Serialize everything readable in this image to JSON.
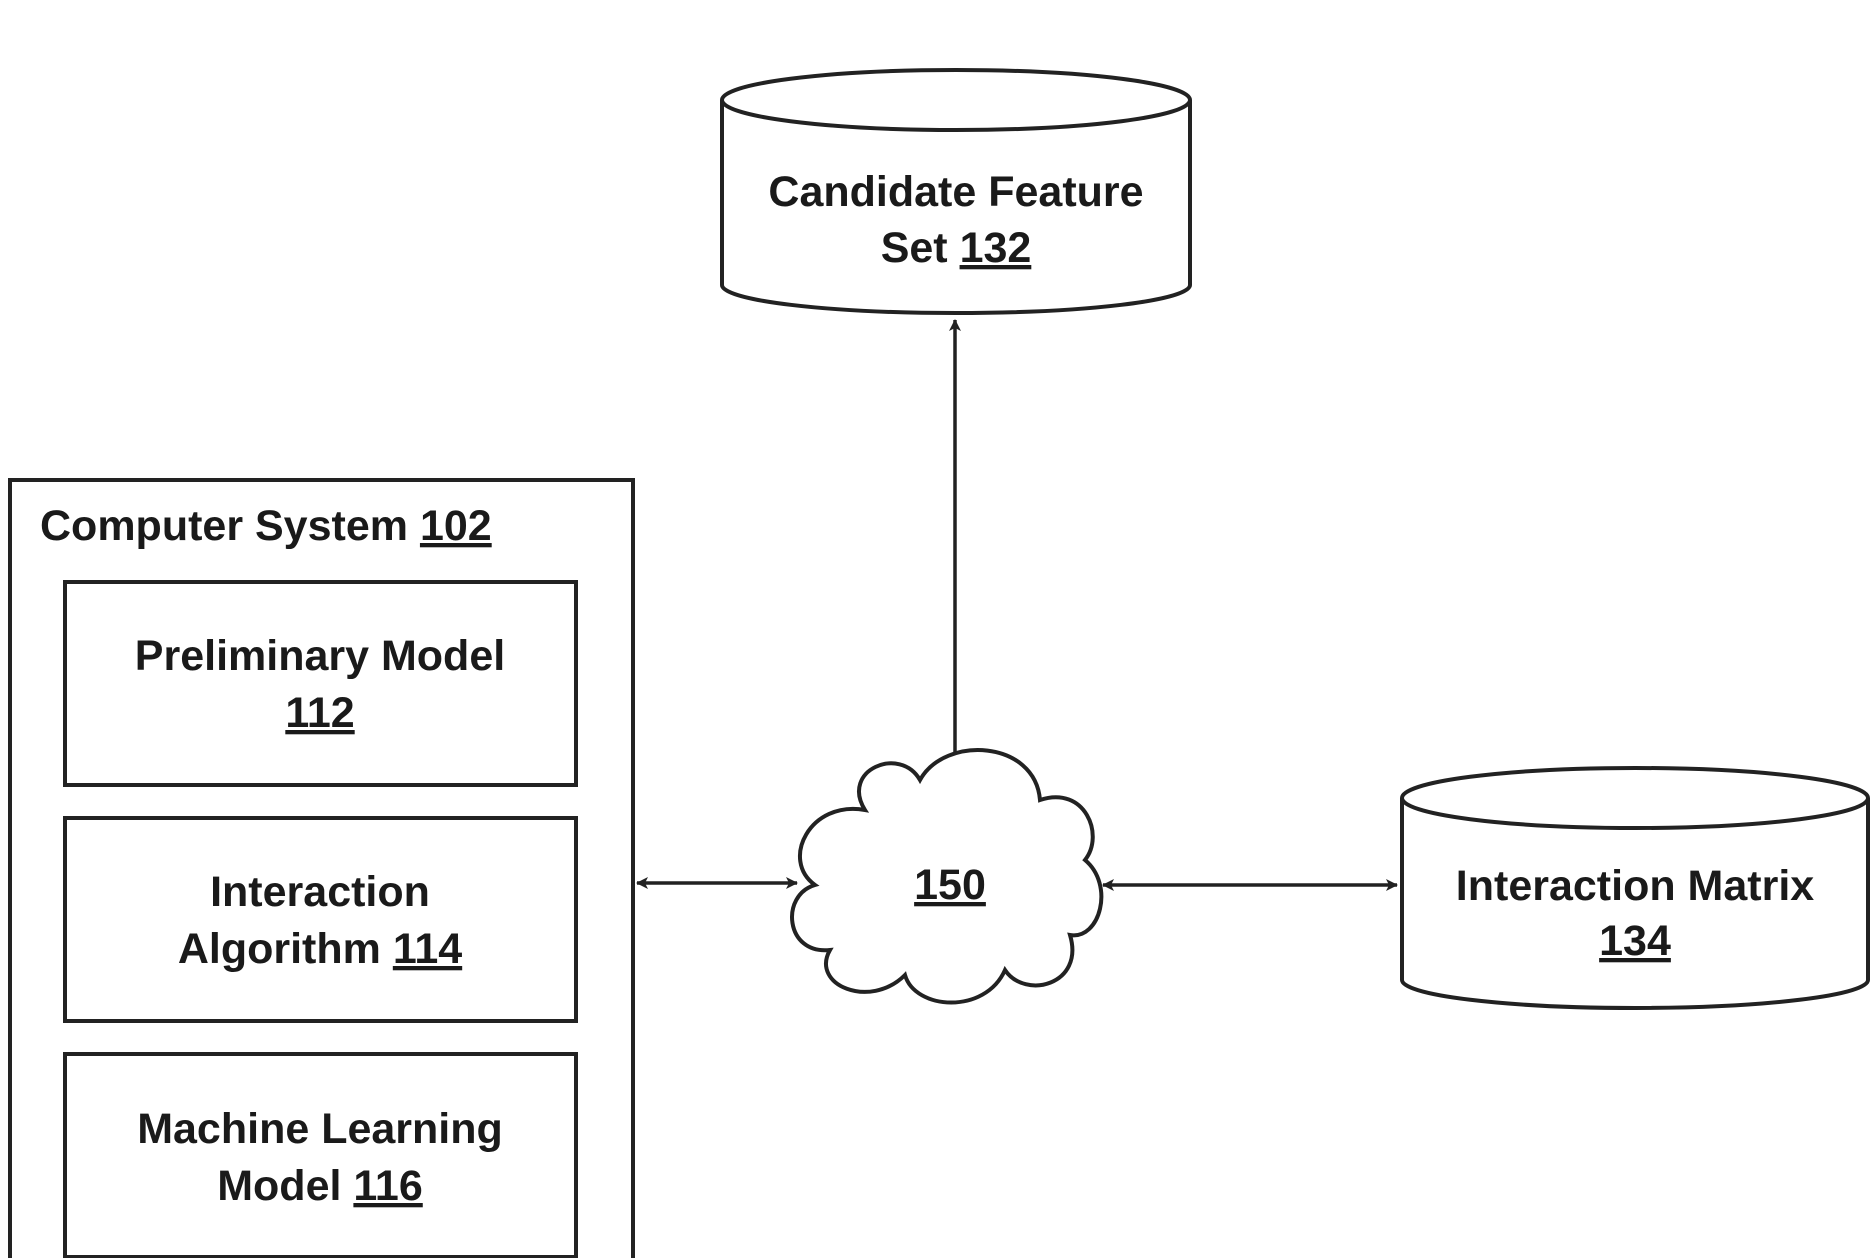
{
  "computer_system": {
    "label": "Computer System",
    "ref": "102",
    "components": [
      {
        "name": "preliminary-model",
        "line1": "Preliminary Model",
        "line2": "",
        "ref": "112"
      },
      {
        "name": "interaction-algorithm",
        "line1": "Interaction",
        "line2": "Algorithm",
        "ref": "114"
      },
      {
        "name": "machine-learning-model",
        "line1": "Machine Learning",
        "line2": "Model",
        "ref": "116"
      }
    ]
  },
  "network": {
    "ref": "150"
  },
  "candidate_feature_set": {
    "line1": "Candidate Feature",
    "line2": "Set",
    "ref": "132"
  },
  "interaction_matrix": {
    "line1": "Interaction Matrix",
    "line2": "",
    "ref": "134"
  },
  "colors": {
    "stroke": "#222222",
    "text": "#1a1a1a",
    "background": "#ffffff"
  }
}
